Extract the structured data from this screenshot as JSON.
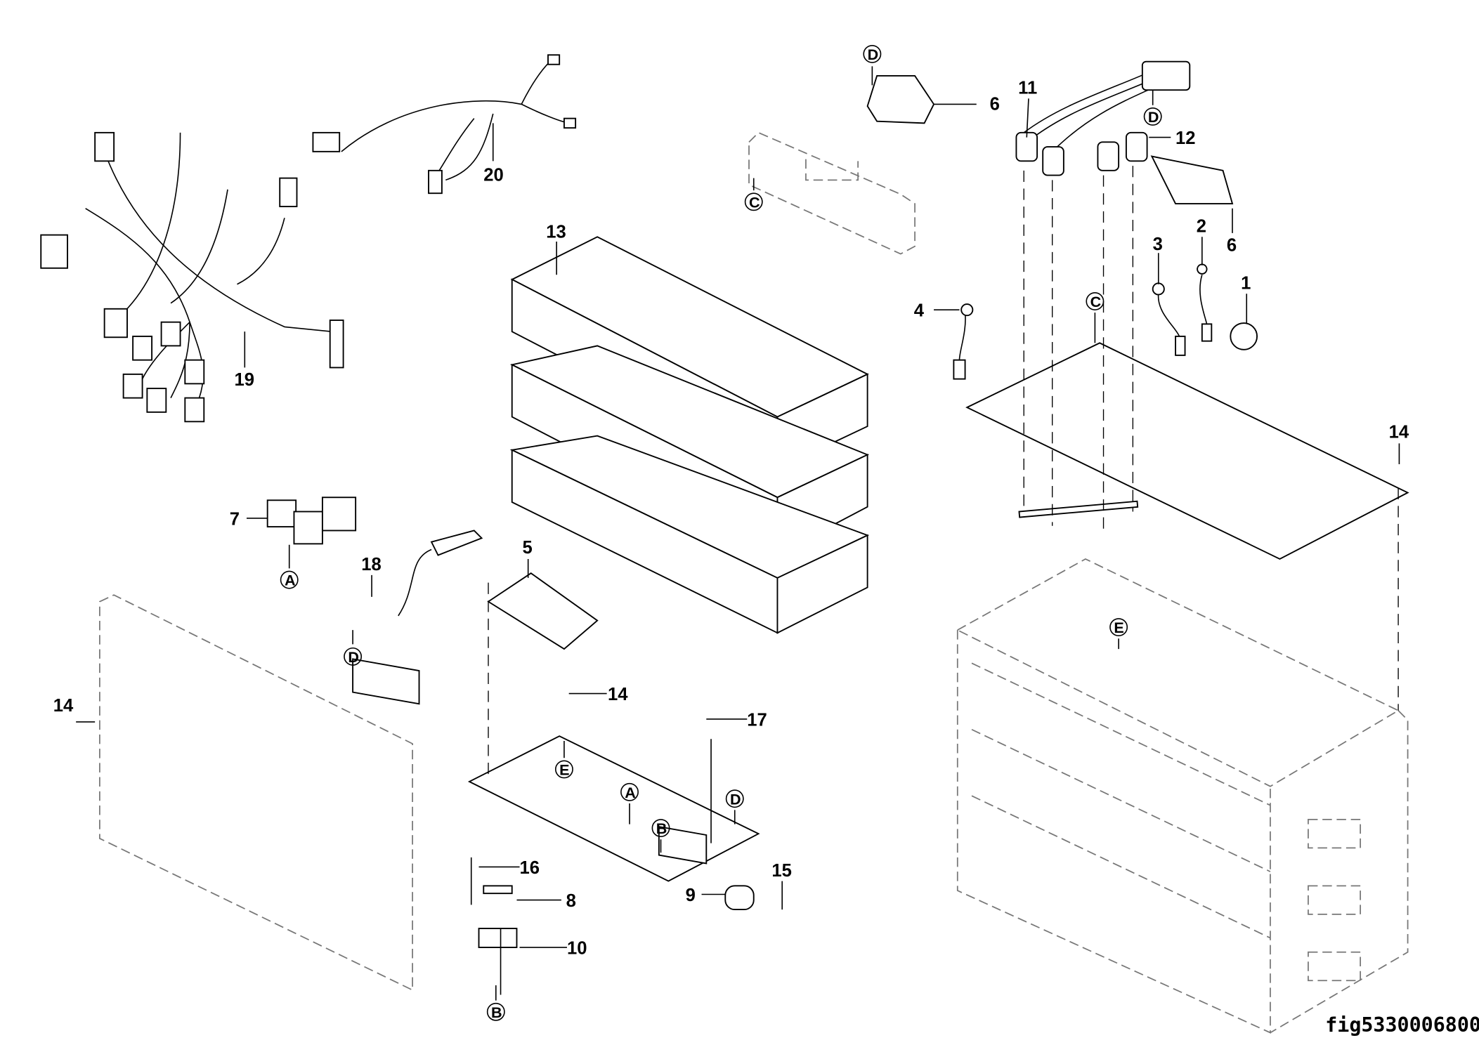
{
  "figure_id": "fig5330006800",
  "callouts": {
    "p1": "1",
    "p2": "2",
    "p3": "3",
    "p4": "4",
    "p5": "5",
    "p6a": "6",
    "p6b": "6",
    "p7": "7",
    "p8": "8",
    "p9": "9",
    "p10": "10",
    "p11": "11",
    "p12": "12",
    "p13": "13",
    "p14a": "14",
    "p14b": "14",
    "p14c": "14",
    "p15": "15",
    "p16": "16",
    "p17": "17",
    "p18": "18",
    "p19": "19",
    "p20": "20"
  },
  "reference_marks": {
    "d1": "D",
    "d2": "D",
    "d3": "D",
    "d4": "D",
    "c1": "C",
    "c2": "C",
    "a1": "A",
    "a2": "A",
    "b1": "B",
    "b2": "B",
    "e1": "E",
    "e2": "E"
  }
}
